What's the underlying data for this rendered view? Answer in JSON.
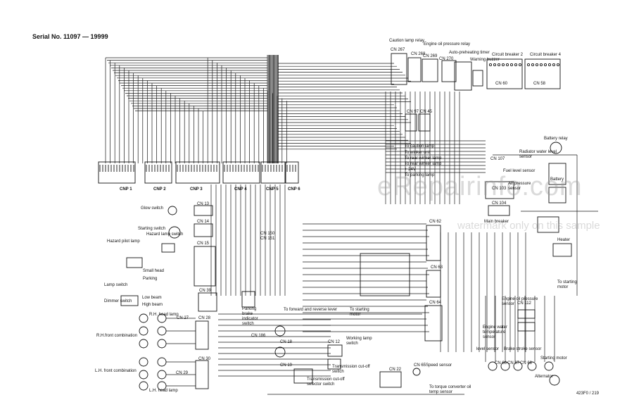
{
  "serial": "Serial No. 11097 — 19999",
  "watermark": {
    "main": "eRepairinfo.com",
    "sub": "watermark only on this sample"
  },
  "figure_code": "423F0 / 219",
  "top_components": {
    "caution_relay": "Caution lamp relay",
    "engine_oil_relay": "Engine oil pressure relay",
    "preheat_timer": "Auto-preheating timer",
    "warning_buzzer": "Warning buzzer",
    "breaker2": "Circuit breaker 2",
    "breaker4": "Circuit breaker 4",
    "cn267": "CN 267",
    "cn268": "CN 268",
    "cn269": "CN 269",
    "cn270": "CN 270",
    "cn60": "CN 60",
    "cn58": "CN 58",
    "cn97": "CN 97",
    "cn45": "CN 45"
  },
  "panel_connectors": [
    "CNP 1",
    "CNP 2",
    "CNP 3",
    "CNP 4",
    "CNP 5",
    "CNP 6"
  ],
  "left_labels": {
    "glow": "Glow switch",
    "starting": "Starting switch",
    "hazard_switch": "Hazard lamp switch",
    "hazard_pilot": "Hazard pilot lamp",
    "small_head": "Small head",
    "parking": "Parking",
    "lamp_switch": "Lamp switch",
    "dimmer": "Dimmer switch",
    "low_beam": "Low beam",
    "high_beam": "High beam",
    "rh_head": "R.H. head lamp",
    "rh_front": "R.H.front combination",
    "lh_front": "L.H. front combination",
    "lh_head": "L.H. head lamp",
    "parking_brake": "Parking brake indicator switch"
  },
  "right_labels": {
    "to_caution": "To caution lamp",
    "to_winker": "To winker unit",
    "to_rear_winker_l": "To rear winker lamp",
    "to_rear_winker_r": "To rear winker lamp",
    "plus24": "+ 24V",
    "to_parking": "To parking lamp",
    "battery_relay": "Battery relay",
    "radiator": "Radiator water level sensor",
    "fuel": "Fuel level sensor",
    "air": "Air pressure sensor",
    "battery": "Battery",
    "main_breaker": "Main breaker",
    "heater": "Heater",
    "to_starting_motor": "To starting motor",
    "eng_oil_sensor": "Engine oil pressure sensor",
    "eng_water_temp": "Engine water temperature sensor",
    "level_sensor": "level sensor",
    "brake_stroke": "Brake stroke sensor",
    "starting_motor": "Starting motor",
    "alternator": "Alternator"
  },
  "center_labels": {
    "to_fwd_rev": "To forward and reverse lever",
    "to_start_motor": "To starting motor",
    "working_lamp": "Working lamp switch",
    "trans_cut_sw": "Transmission cut-off switch",
    "trans_cut_sel": "Transmission cut-off selector switch",
    "speed_sensor": "Speed sensor",
    "torque_conv": "To torque converter oil temp sensor"
  },
  "connector_ids": {
    "cn13": "CN 13",
    "cn14": "CN 14",
    "cn15": "CN 15",
    "cn39": "CN 39",
    "cn27": "CN 27",
    "cn28": "CN 28",
    "cn29": "CN 29",
    "cn30": "CN 30",
    "cn150": "CN 150",
    "cn151": "CN 151",
    "cn186": "CN 186",
    "cn62": "CN 62",
    "cn63": "CN 63",
    "cn64": "CN 64",
    "cn107": "CN 107",
    "cn103": "CN 103",
    "cn104": "CN 104",
    "cn112": "CN 112",
    "cn66": "CN 66",
    "cn67": "CN 67",
    "cn68": "CN 68",
    "cn65": "CN 65",
    "cn22": "CN 22",
    "cn19": "CN 19",
    "cn18": "CN 18",
    "cn12": "CN 12"
  }
}
